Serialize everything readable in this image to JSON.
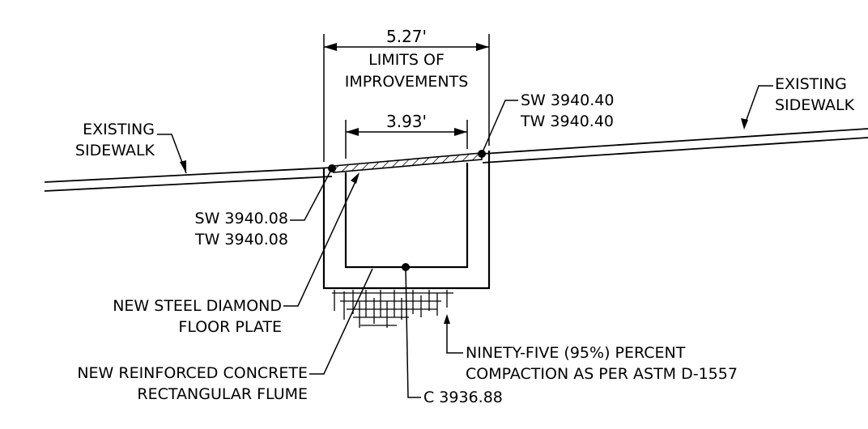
{
  "dimensions": {
    "overall_width": "5.27'",
    "inner_width": "3.93'",
    "limits_line1": "LIMITS OF",
    "limits_line2": "IMPROVEMENTS"
  },
  "callouts": {
    "existing_sidewalk_left": [
      "EXISTING",
      "SIDEWALK"
    ],
    "existing_sidewalk_right": [
      "EXISTING",
      "SIDEWALK"
    ],
    "elev_left": [
      "SW 3940.08",
      "TW 3940.08"
    ],
    "elev_right": [
      "SW 3940.40",
      "TW 3940.40"
    ],
    "floor_plate": [
      "NEW STEEL DIAMOND",
      "FLOOR PLATE"
    ],
    "flume": [
      "NEW REINFORCED CONCRETE",
      "RECTANGULAR FLUME"
    ],
    "compaction": [
      "NINETY-FIVE (95%) PERCENT",
      "COMPACTION AS PER ASTM D-1557"
    ],
    "channel_elev": "C 3936.88"
  }
}
